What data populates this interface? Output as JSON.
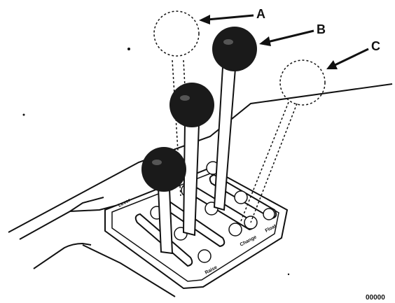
{
  "callouts": [
    {
      "id": "A",
      "label": "A"
    },
    {
      "id": "B",
      "label": "B"
    },
    {
      "id": "C",
      "label": "C"
    }
  ],
  "panel_markings": {
    "front": "Lever",
    "raise": "Raise",
    "change": "Change",
    "float": "Float"
  },
  "figure_number": "00000",
  "colors": {
    "ink": "#111111",
    "knob": "#1a1a1a",
    "paper": "#ffffff"
  }
}
